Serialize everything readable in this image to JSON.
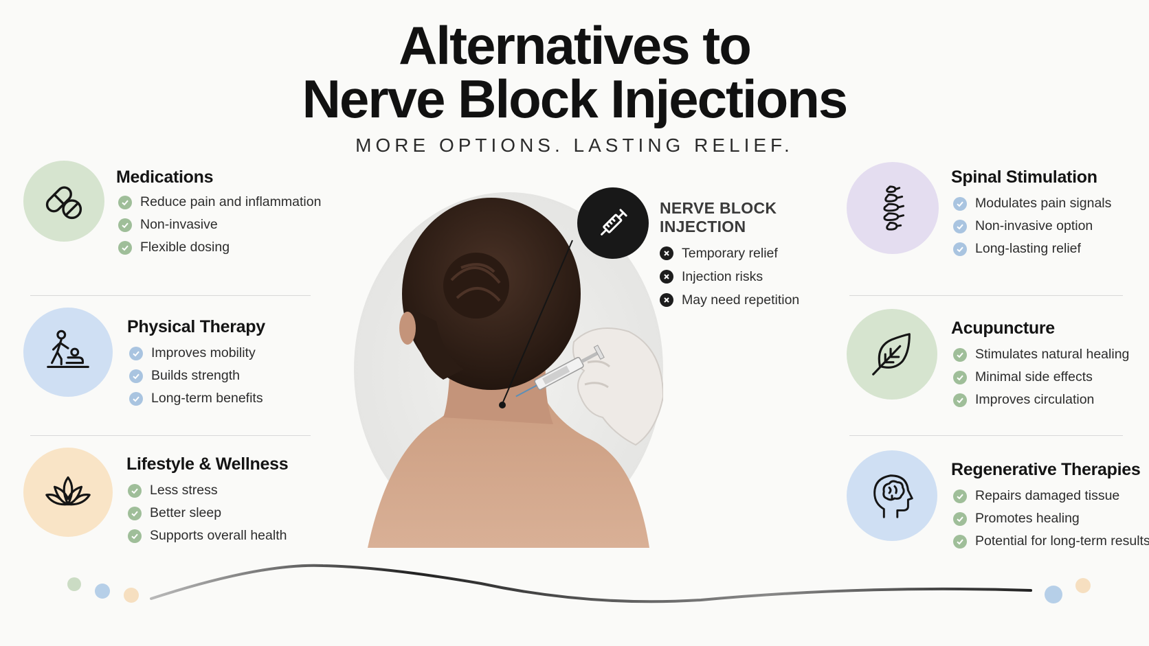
{
  "header": {
    "title_line1": "Alternatives to",
    "title_line2": "Nerve Block Injections",
    "tagline": "MORE OPTIONS. LASTING  RELIEF."
  },
  "colors": {
    "green_circle": "#d6e4cf",
    "blue_circle": "#cfdff3",
    "peach_circle": "#f9e4c6",
    "lavender_circle": "#e4ddf0",
    "check_green": "#9fbe99",
    "check_blue": "#a9c4e0"
  },
  "left_cards": [
    {
      "title": "Medications",
      "icon": "pills-icon",
      "items": [
        "Reduce pain and inflammation",
        "Non-invasive",
        "Flexible dosing"
      ]
    },
    {
      "title": "Physical Therapy",
      "icon": "physical-therapy-icon",
      "items": [
        "Improves mobility",
        "Builds strength",
        "Long-term benefits"
      ]
    },
    {
      "title": "Lifestyle & Wellness",
      "icon": "lotus-icon",
      "items": [
        "Less stress",
        "Better sleep",
        "Supports overall health"
      ]
    }
  ],
  "right_cards": [
    {
      "title": "Spinal Stimulation",
      "icon": "spine-icon",
      "items": [
        "Modulates pain signals",
        "Non-invasive option",
        "Long-lasting relief"
      ]
    },
    {
      "title": "Acupuncture",
      "icon": "leaf-icon",
      "items": [
        "Stimulates natural healing",
        "Minimal side effects",
        "Improves circulation"
      ]
    },
    {
      "title": "Regenerative Therapies",
      "icon": "brain-head-icon",
      "items": [
        "Repairs damaged tissue",
        "Promotes healing",
        "Potential for long-term results"
      ]
    }
  ],
  "injection": {
    "title_line1": "NERVE BLOCK",
    "title_line2": "INJECTION",
    "icon": "syringe-icon",
    "drawbacks": [
      "Temporary relief",
      "Injection risks",
      "May need repetition"
    ]
  }
}
